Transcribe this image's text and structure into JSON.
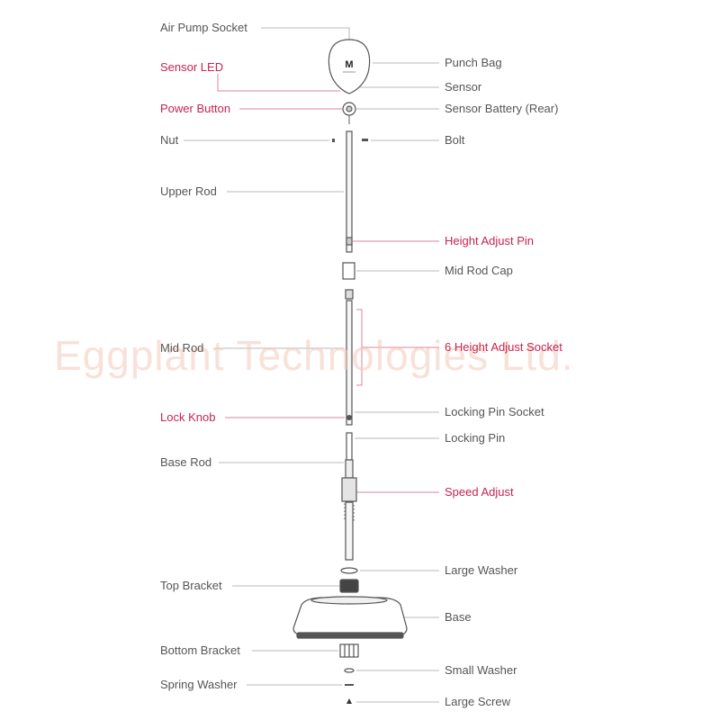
{
  "watermark": "Eggplant Technologies Ltd.",
  "logo_text": "M",
  "colors": {
    "highlight": "#c8234f",
    "label": "#555555",
    "line": "#b8b8b8",
    "watermark": "#f4c9ba",
    "part_stroke": "#555555"
  },
  "left_labels": [
    {
      "id": "air-pump-socket",
      "text": "Air Pump Socket",
      "highlight": false
    },
    {
      "id": "sensor-led",
      "text": "Sensor LED",
      "highlight": true
    },
    {
      "id": "power-button",
      "text": "Power Button",
      "highlight": true
    },
    {
      "id": "nut",
      "text": "Nut",
      "highlight": false
    },
    {
      "id": "upper-rod",
      "text": "Upper Rod",
      "highlight": false
    },
    {
      "id": "mid-rod",
      "text": "Mid Rod",
      "highlight": false
    },
    {
      "id": "lock-knob",
      "text": "Lock Knob",
      "highlight": true
    },
    {
      "id": "base-rod",
      "text": "Base Rod",
      "highlight": false
    },
    {
      "id": "top-bracket",
      "text": "Top Bracket",
      "highlight": false
    },
    {
      "id": "bottom-bracket",
      "text": "Bottom Bracket",
      "highlight": false
    },
    {
      "id": "spring-washer",
      "text": "Spring Washer",
      "highlight": false
    }
  ],
  "right_labels": [
    {
      "id": "punch-bag",
      "text": "Punch Bag",
      "highlight": false
    },
    {
      "id": "sensor",
      "text": "Sensor",
      "highlight": false
    },
    {
      "id": "sensor-battery",
      "text": "Sensor Battery (Rear)",
      "highlight": false
    },
    {
      "id": "bolt",
      "text": "Bolt",
      "highlight": false
    },
    {
      "id": "height-adjust-pin",
      "text": "Height Adjust Pin",
      "highlight": true
    },
    {
      "id": "mid-rod-cap",
      "text": "Mid Rod Cap",
      "highlight": false
    },
    {
      "id": "height-adjust-socket",
      "text": "6 Height Adjust Socket",
      "highlight": true
    },
    {
      "id": "locking-pin-socket",
      "text": "Locking Pin Socket",
      "highlight": false
    },
    {
      "id": "locking-pin",
      "text": "Locking Pin",
      "highlight": false
    },
    {
      "id": "speed-adjust",
      "text": "Speed Adjust",
      "highlight": true
    },
    {
      "id": "large-washer",
      "text": "Large Washer",
      "highlight": false
    },
    {
      "id": "base",
      "text": "Base",
      "highlight": false
    },
    {
      "id": "small-washer",
      "text": "Small Washer",
      "highlight": false
    },
    {
      "id": "large-screw",
      "text": "Large Screw",
      "highlight": false
    }
  ]
}
